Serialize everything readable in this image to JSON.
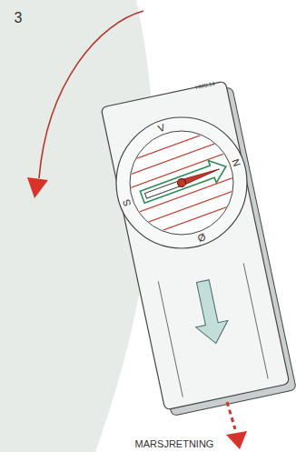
{
  "diagram": {
    "labels": [
      "3",
      "HMS:14",
      "V",
      "N",
      "S",
      "Ø",
      "MARSJRETNING"
    ]
  }
}
